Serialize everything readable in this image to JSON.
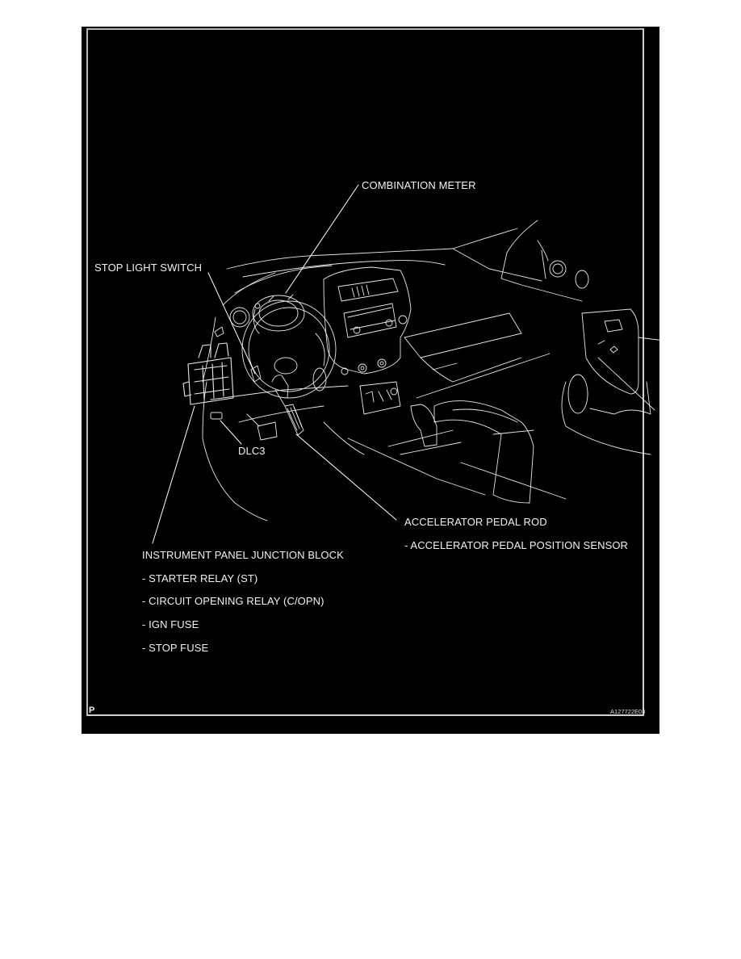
{
  "diagram": {
    "corner_letter": "P",
    "figure_code": "A127722E03",
    "colors": {
      "background": "#000000",
      "line": "#ffffff",
      "frame": "#b8b8b8",
      "page": "#ffffff"
    },
    "labels": {
      "combination_meter": "COMBINATION METER",
      "stop_light_switch": "STOP LIGHT SWITCH",
      "dlc3": "DLC3",
      "accelerator_pedal_rod": "ACCELERATOR PEDAL ROD",
      "accelerator_pedal_position_sensor": "- ACCELERATOR PEDAL POSITION SENSOR",
      "instrument_panel_junction_block": "INSTRUMENT PANEL JUNCTION BLOCK",
      "junction_block_items": [
        "- STARTER RELAY (ST)",
        "- CIRCUIT OPENING RELAY (C/OPN)",
        "- IGN FUSE",
        "- STOP FUSE"
      ]
    }
  }
}
